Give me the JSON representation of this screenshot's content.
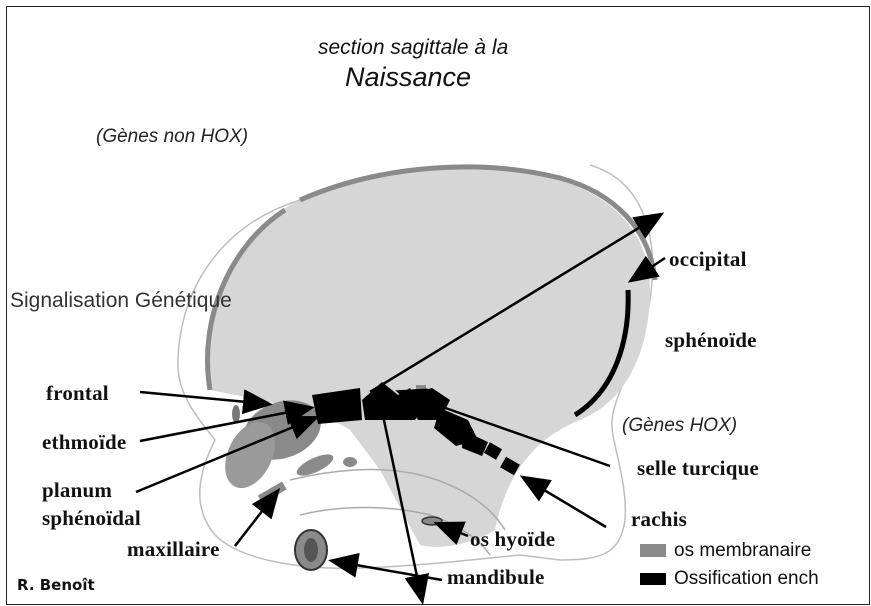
{
  "title": {
    "line1": "section sagittale à la",
    "line2": "Naissance"
  },
  "annotations": {
    "genes_non_hox": "(Gènes non HOX)",
    "genes_hox": "(Gènes HOX)",
    "signalisation": "Signalisation Génétique"
  },
  "labels": {
    "occipital": "occipital",
    "sphenoide": "sphénoïde",
    "frontal": "frontal",
    "ethmoide": "ethmoïde",
    "planum": "planum",
    "sphenoidal": "sphénoïdal",
    "maxillaire": "maxillaire",
    "selle_turcique": "selle turcique",
    "rachis": "rachis",
    "os_hyoide": "os hyoïde",
    "mandibule": "mandibule"
  },
  "legend": {
    "membranaire": "os membranaire",
    "enchondrale": "Ossification ench"
  },
  "author": "R. Benoît",
  "colors": {
    "membrane_bone": "#8a8a8a",
    "endochondral": "#000000",
    "brain_fill": "#d6d6d6",
    "outline": "#9a9a9a"
  }
}
